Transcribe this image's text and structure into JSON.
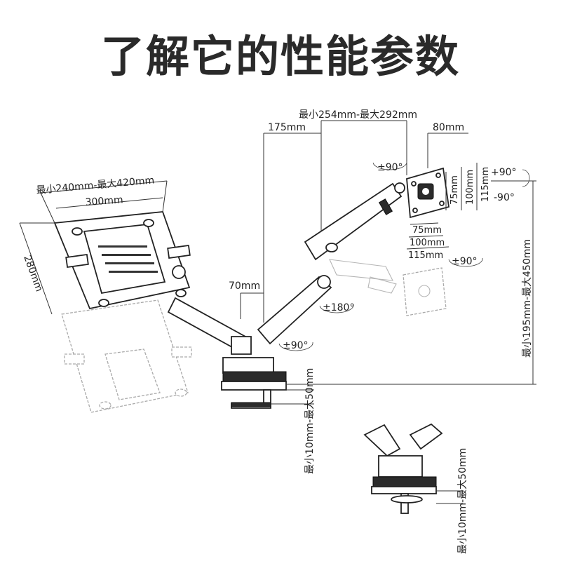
{
  "title": "了解它的性能参数",
  "labels": {
    "tray_range": "最小240mm-最大420mm",
    "tray_width": "300mm",
    "tray_depth": "280mm",
    "arm_reach": "最小254mm-最大292mm",
    "offset_175": "175mm",
    "offset_80": "80mm",
    "offset_70": "70mm",
    "vesa_75": "75mm",
    "vesa_100": "100mm",
    "vesa_115": "115mm",
    "tilt_up": "+90°",
    "tilt_down": "-90°",
    "rotate_90_top": "±90°",
    "rotate_90_right": "±90°",
    "rotate_90_base": "±90°",
    "rotate_180": "±180°",
    "height_range": "最小195mm-最大450mm",
    "clamp_range": "最小10mm-最大50mm",
    "grommet_range": "最小10mm-最大50mm"
  },
  "colors": {
    "title": "#2a2a2a",
    "line": "#222222",
    "part_dark": "#2b2b2b",
    "ghost": "#aaaaaa"
  }
}
